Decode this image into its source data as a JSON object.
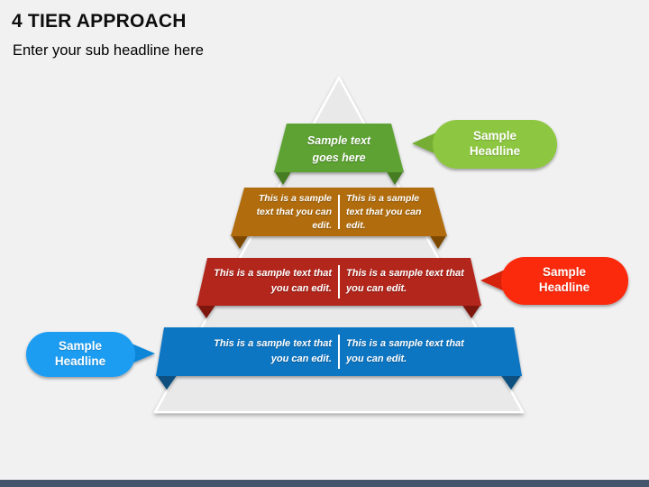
{
  "slide": {
    "title": "4 TIER APPROACH",
    "subtitle": "Enter your sub headline here",
    "background_color": "#f1f1f2",
    "footer_bar_color": "#45556b"
  },
  "pyramid": {
    "fill_color": "#e9e9ea",
    "edge_color": "#ffffff",
    "tiers": [
      {
        "name": "tier-1",
        "band_color": "#5da233",
        "fold_color": "#477d20",
        "center_text": "Sample text goes here"
      },
      {
        "name": "tier-2",
        "band_color": "#b16d0e",
        "fold_color": "#7d4a05",
        "left_text": "This is a sample text that you can edit.",
        "right_text": "This is a sample text that you can edit."
      },
      {
        "name": "tier-3",
        "band_color": "#b2251a",
        "fold_color": "#7d150d",
        "left_text": "This is a sample text that you can edit.",
        "right_text": "This is a sample text that you can edit."
      },
      {
        "name": "tier-4",
        "band_color": "#0c76c3",
        "fold_color": "#07507f",
        "left_text": "This is a sample text that you can edit.",
        "right_text": "This is a sample text that you can edit."
      }
    ]
  },
  "callouts": [
    {
      "label": "Sample Headline",
      "color": "#8dc63f",
      "tail_color": "#76ad35",
      "points_to": "tier-1",
      "side": "right"
    },
    {
      "label": "Sample Headline",
      "color": "#fb2a0a",
      "tail_color": "#d42108",
      "points_to": "tier-3",
      "side": "right"
    },
    {
      "label": "Sample Headline",
      "color": "#1b9df2",
      "tail_color": "#0f86d8",
      "points_to": "tier-4",
      "side": "left"
    }
  ]
}
